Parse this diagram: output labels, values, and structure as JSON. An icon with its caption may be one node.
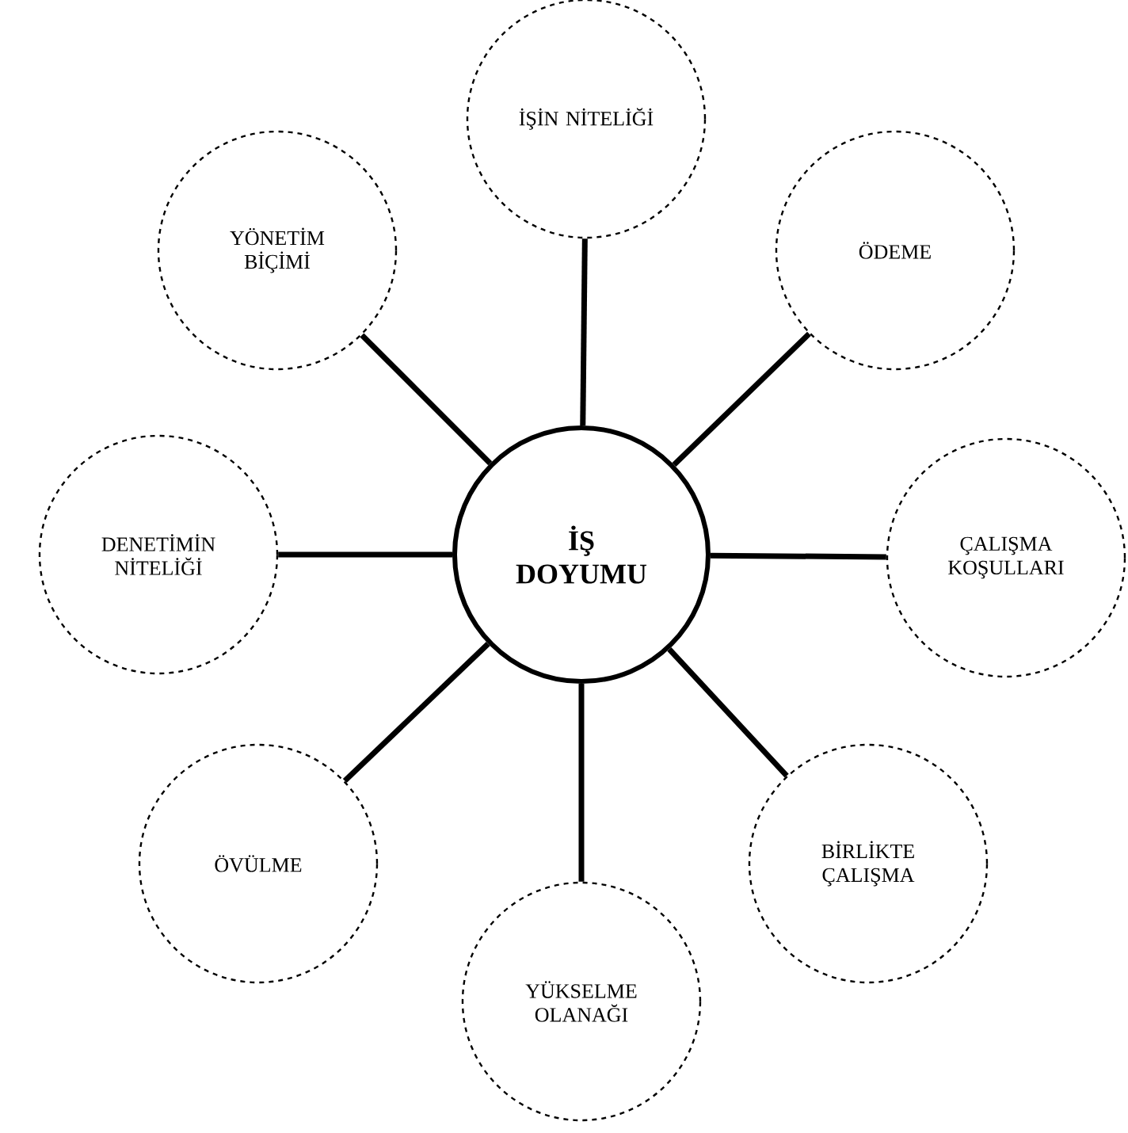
{
  "diagram": {
    "nodes": [
      {
        "text": [
          "İŞ DOYUMU"
        ]
      },
      {
        "text": [
          "İŞİN NİTELİĞİ"
        ]
      },
      {
        "text": [
          "ÖDEME"
        ]
      },
      {
        "text": [
          "ÇALIŞMA KOŞULLARI"
        ]
      },
      {
        "text": [
          "BİRLİKTE ÇALIŞMA"
        ]
      },
      {
        "text": [
          "YÜKSELME OLANAĞI"
        ]
      },
      {
        "text": [
          "ÖVÜLME"
        ]
      },
      {
        "text": [
          "DENETİMİN NİTELİĞİ"
        ]
      },
      {
        "text": [
          "YÖNETİM BİÇİMİ"
        ]
      }
    ],
    "edges": [
      {
        "from": 0,
        "to": 1,
        "arrow": "none"
      },
      {
        "from": 0,
        "to": 2,
        "arrow": "none"
      },
      {
        "from": 0,
        "to": 3,
        "arrow": "none"
      },
      {
        "from": 0,
        "to": 4,
        "arrow": "none"
      },
      {
        "from": 0,
        "to": 5,
        "arrow": "none"
      },
      {
        "from": 0,
        "to": 6,
        "arrow": "none"
      },
      {
        "from": 0,
        "to": 7,
        "arrow": "none"
      },
      {
        "from": 0,
        "to": 8,
        "arrow": "none"
      }
    ]
  }
}
